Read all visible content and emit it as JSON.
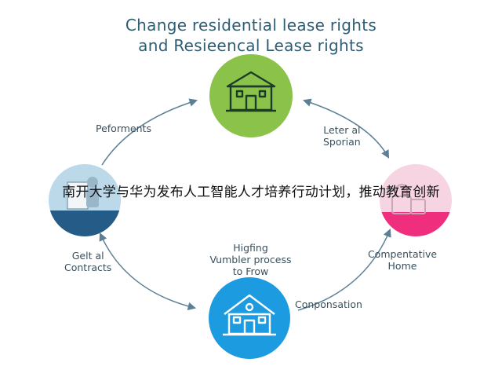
{
  "title": {
    "line1": "Change residential lease rights",
    "line2": "and Resieencal Lease rights"
  },
  "labels": {
    "top_left": "Peforments",
    "top_right_line1": "Leter al",
    "top_right_line2": "Sporian",
    "left_line1": "Gelt al",
    "left_line2": "Contracts",
    "center_line1": "Higfing",
    "center_line2": "Vumbler process",
    "center_line3": "to Frow",
    "right_line1": "Compentative",
    "right_line2": "Home",
    "bottom": "Conponsation"
  },
  "banner": "南开大学与华为发布人工智能人才培养行动计划，推动教育创新",
  "icons": {
    "top": "building-icon",
    "left": "person-document-icon",
    "right": "lock-document-icon",
    "bottom": "house-icon"
  },
  "colors": {
    "green": "#8bc34a",
    "blue": "#1c9be0",
    "pink": "#ef2f7e",
    "lightblue": "#bcd9e9",
    "navy": "#245b87",
    "arrow": "#5b7f95"
  }
}
